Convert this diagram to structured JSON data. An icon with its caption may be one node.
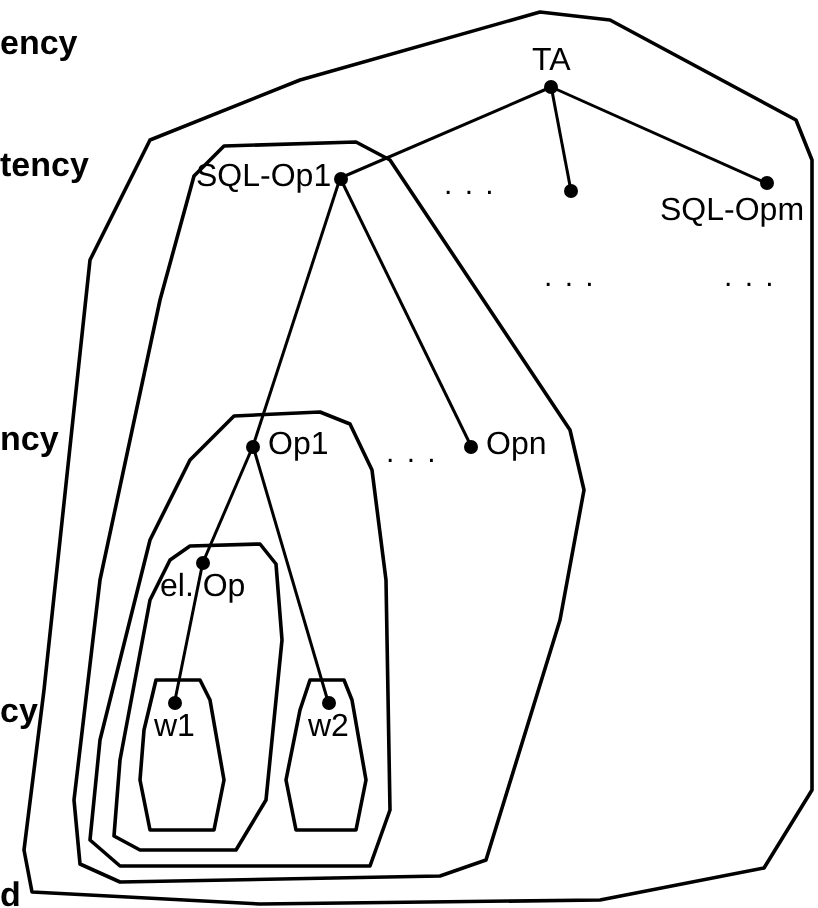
{
  "diagram": {
    "nodes": [
      {
        "text": [],
        "shape": "blob"
      },
      {
        "text": [
          "TA"
        ],
        "in": 0
      },
      {
        "text": [],
        "shape": "circle",
        "in": 0
      },
      {
        "text": [
          "SQL-Opm"
        ],
        "in": 0
      },
      {
        "text": [],
        "shape": "blob",
        "in": 0
      },
      {
        "text": [
          "SQL-Op1"
        ],
        "in": 4
      },
      {
        "text": [
          "Opn"
        ],
        "in": 4
      },
      {
        "text": [],
        "shape": "blob",
        "in": 4
      },
      {
        "text": [
          "Op1"
        ],
        "in": 7
      },
      {
        "text": [],
        "shape": "blob",
        "in": 7
      },
      {
        "text": [
          "el. Op"
        ],
        "in": 9
      },
      {
        "text": [],
        "shape": "blob",
        "in": 9
      },
      {
        "text": [
          "w1"
        ],
        "in": 11
      },
      {
        "text": [],
        "shape": "blob",
        "in": 7
      },
      {
        "text": [
          "w2"
        ],
        "in": 13
      }
    ],
    "edges": [
      {
        "from": 1,
        "to": 5,
        "arrow": "none"
      },
      {
        "from": 1,
        "to": 2,
        "arrow": "none"
      },
      {
        "from": 1,
        "to": 3,
        "arrow": "none"
      },
      {
        "from": 5,
        "to": 8,
        "arrow": "none"
      },
      {
        "from": 5,
        "to": 6,
        "arrow": "none"
      },
      {
        "from": 8,
        "to": 10,
        "arrow": "none"
      },
      {
        "from": 10,
        "to": 12,
        "arrow": "none"
      },
      {
        "from": 8,
        "to": 14,
        "arrow": "none"
      }
    ],
    "labels": [
      "ency",
      "tency",
      ". . .",
      ". . .",
      ". . .",
      "ncy",
      ". . .",
      "cy",
      "d"
    ]
  }
}
